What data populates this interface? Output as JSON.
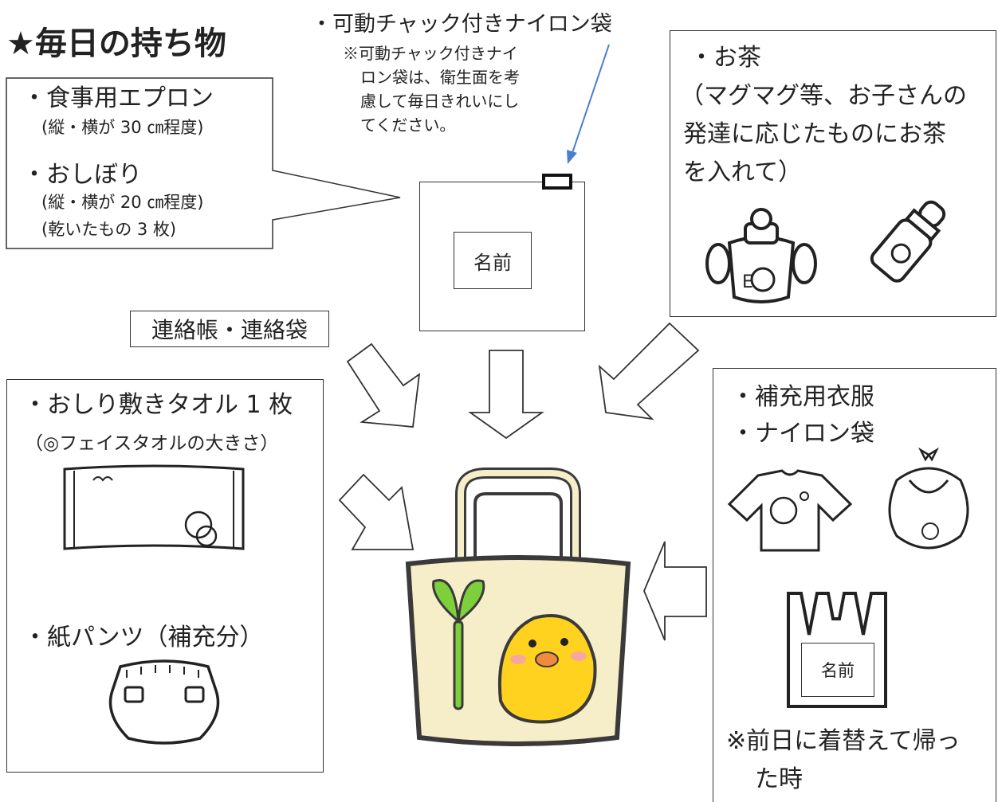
{
  "title": "★毎日の持ち物",
  "nylon_bag": {
    "label": "・可動チャック付きナイロン袋",
    "note": [
      "※可動チャック付きナイ",
      "ロン袋は、衛生面を考",
      "慮して毎日きれいにし",
      "てください。"
    ],
    "name_label": "名前"
  },
  "apron_box": {
    "item1": "・食事用エプロン",
    "item1_size": "(縦・横が 30 ㎝程度)",
    "item2": "・おしぼり",
    "item2_size": "(縦・横が 20 ㎝程度)",
    "item2_note": "(乾いたもの 3 枚)"
  },
  "tea_box": {
    "item": "・お茶",
    "lines": [
      "（マグマグ等、お子さんの",
      "発達に応じたものにお茶",
      "を入れて）"
    ]
  },
  "notebook_label": "連絡帳・連絡袋",
  "left_box": {
    "item1": "・おしり敷きタオル 1 枚",
    "item1_note": "（◎フェイスタオルの大きさ）",
    "item2": "・紙パンツ（補充分）"
  },
  "right_box": {
    "item1": "・補充用衣服",
    "item2": "・ナイロン袋",
    "bag_name_label": "名前",
    "note_lines": [
      "※前日に着替えて帰っ",
      "た時"
    ]
  },
  "colors": {
    "bag_body": "#f6eec8",
    "sprout": "#7ecf3c",
    "chick": "#ffd21f",
    "beak": "#f08a3c",
    "blue_arrow": "#4a7fd0"
  }
}
